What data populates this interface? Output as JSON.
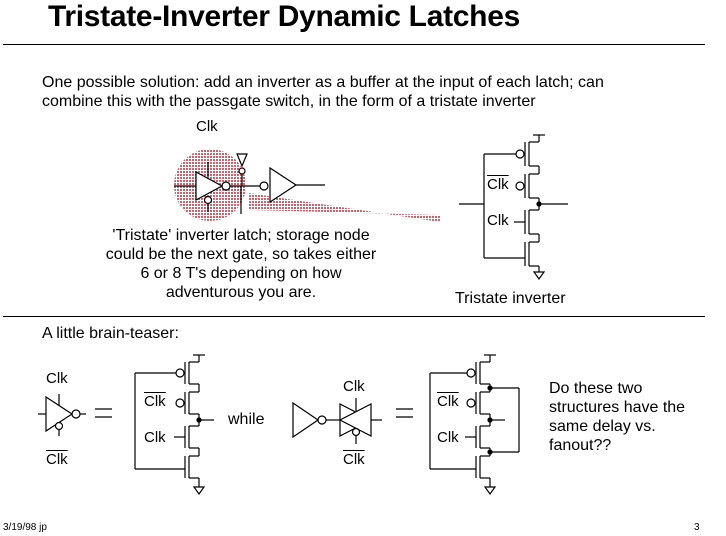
{
  "slide": {
    "title": "Tristate-Inverter Dynamic Latches",
    "intro_line1": "One possible solution: add an inverter as a buffer at the input of each latch; can",
    "intro_line2": "combine this with the passgate switch, in the form of a tristate inverter",
    "caption_lines": [
      "'Tristate' inverter latch; storage node",
      "could be the next gate, so takes either",
      "6 or 8 T's depending on how",
      "adventurous you are."
    ],
    "tristate_label": "Tristate inverter",
    "teaser_heading": "A little brain-teaser:",
    "while_text": "while",
    "question_lines": [
      "Do these two",
      "structures have the",
      "same delay vs.",
      "fanout??"
    ],
    "footer_date": "3/19/98  jp",
    "page_number": "3"
  },
  "signals": {
    "clk": "Clk"
  },
  "colors": {
    "highlight": "#c9646e"
  }
}
